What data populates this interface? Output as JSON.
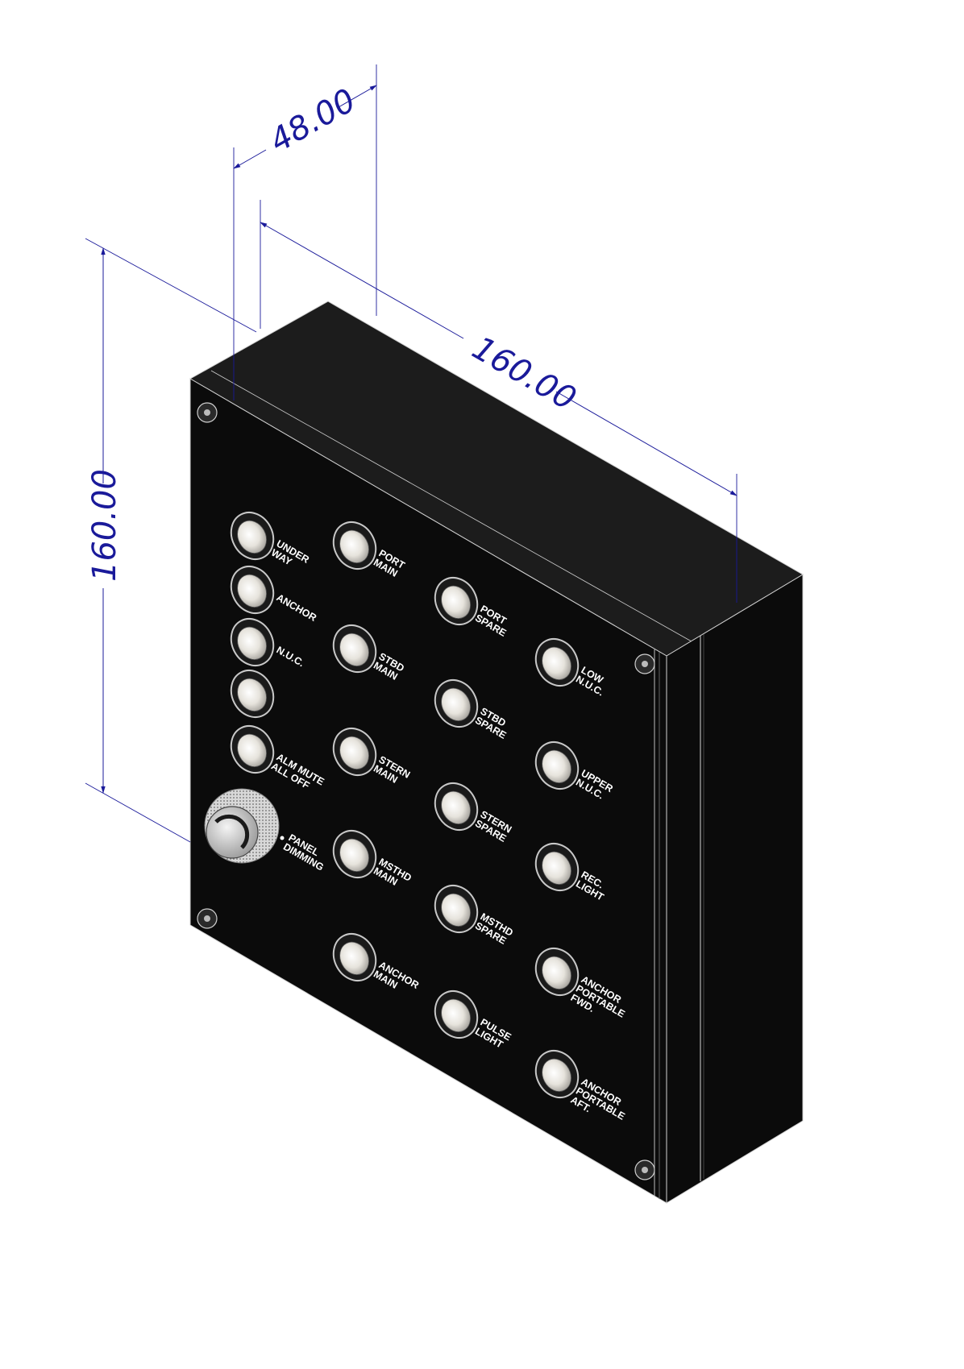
{
  "dimensions": {
    "depth": "48.00",
    "width": "160.00",
    "height": "160.00"
  },
  "indicators": [
    {
      "id": "under-way",
      "lines": [
        "UNDER",
        "WAY"
      ]
    },
    {
      "id": "anchor",
      "lines": [
        "ANCHOR"
      ]
    },
    {
      "id": "nuc",
      "lines": [
        "N.U.C."
      ]
    },
    {
      "id": "blank",
      "lines": []
    },
    {
      "id": "alm-mute",
      "lines": [
        "ALM MUTE",
        "ALL OFF"
      ]
    },
    {
      "id": "port-main",
      "lines": [
        "PORT",
        "MAIN"
      ]
    },
    {
      "id": "stbd-main",
      "lines": [
        "STBD",
        "MAIN"
      ]
    },
    {
      "id": "stern-main",
      "lines": [
        "STERN",
        "MAIN"
      ]
    },
    {
      "id": "msthd-main",
      "lines": [
        "MSTHD",
        "MAIN"
      ]
    },
    {
      "id": "anchor-main",
      "lines": [
        "ANCHOR",
        "MAIN"
      ]
    },
    {
      "id": "port-spare",
      "lines": [
        "PORT",
        "SPARE"
      ]
    },
    {
      "id": "stbd-spare",
      "lines": [
        "STBD",
        "SPARE"
      ]
    },
    {
      "id": "stern-spare",
      "lines": [
        "STERN",
        "SPARE"
      ]
    },
    {
      "id": "msthd-spare",
      "lines": [
        "MSTHD",
        "SPARE"
      ]
    },
    {
      "id": "pulse-light",
      "lines": [
        "PULSE",
        "LIGHT"
      ]
    },
    {
      "id": "low-nuc",
      "lines": [
        "LOW",
        "N.U.C."
      ]
    },
    {
      "id": "upper-nuc",
      "lines": [
        "UPPER",
        "N.U.C."
      ]
    },
    {
      "id": "rec-light",
      "lines": [
        "REC.",
        "LIGHT"
      ]
    },
    {
      "id": "anchor-portable-fwd",
      "lines": [
        "ANCHOR",
        "PORTABLE",
        "FWD."
      ]
    },
    {
      "id": "anchor-portable-aft",
      "lines": [
        "ANCHOR",
        "PORTABLE",
        "AFT."
      ]
    }
  ],
  "dimmer": {
    "lines": [
      "PANEL",
      "DIMMING"
    ]
  },
  "colors": {
    "dimension": "#1a1a9a",
    "panel": "#0a0a0a",
    "lamp": "#e6e3dc"
  }
}
